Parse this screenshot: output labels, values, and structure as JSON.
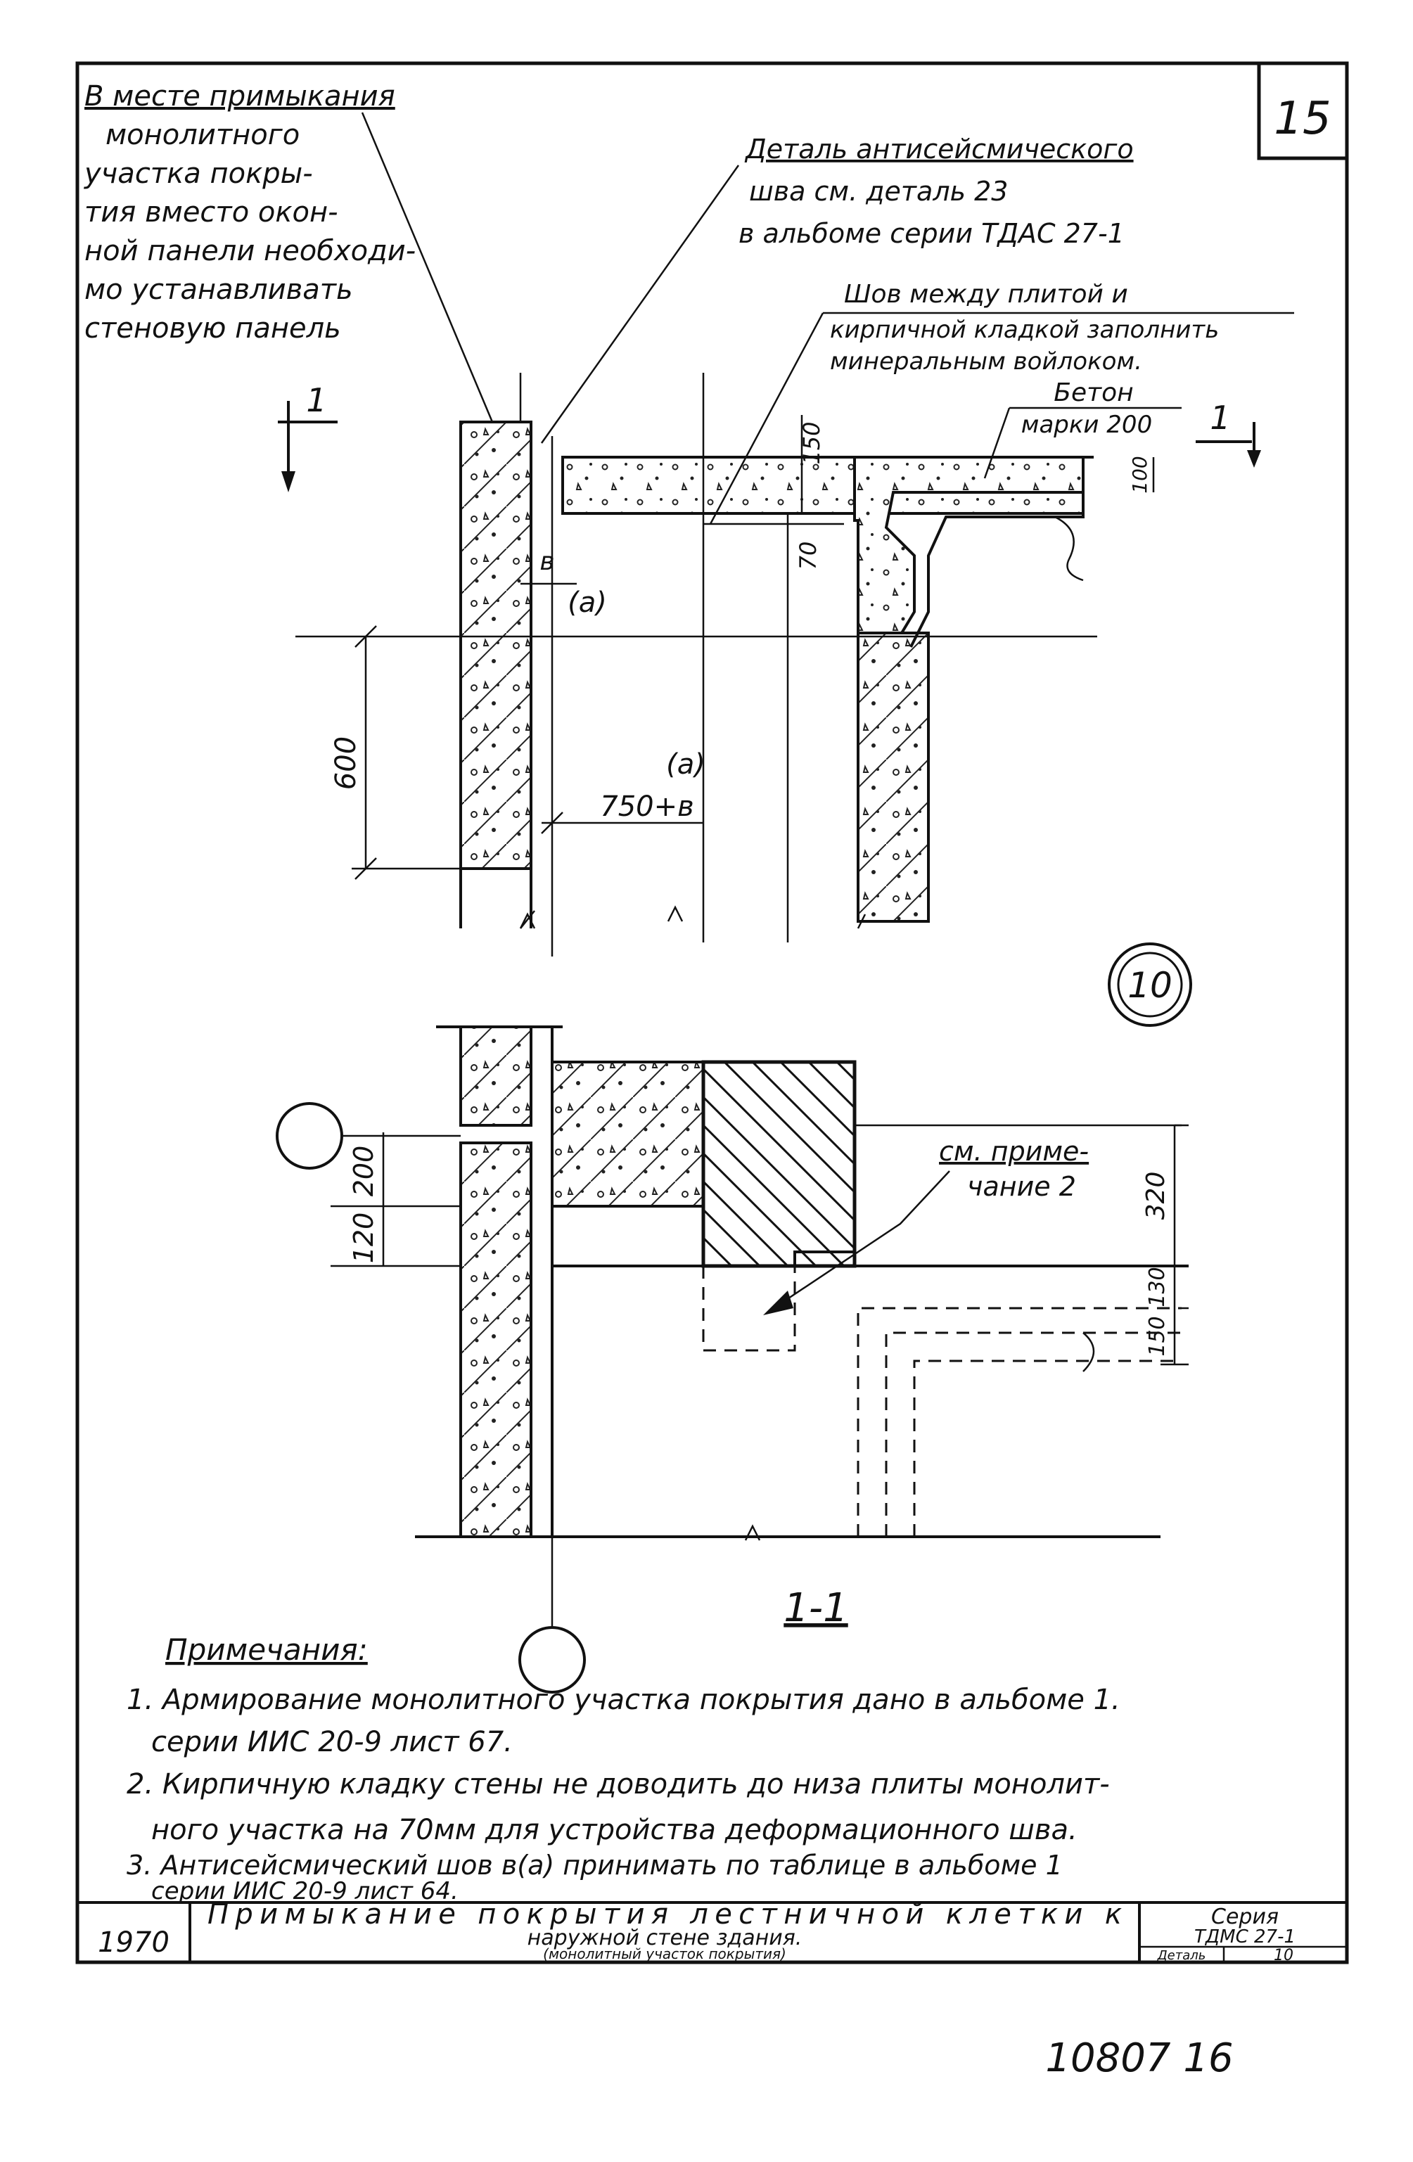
{
  "sheet_number": "15",
  "callouts": {
    "top_left": [
      "В месте примыкания",
      "монолитного",
      "участка покры-",
      "тия вместо окон-",
      "ной панели необходи-",
      "мо устанавливать",
      "стеновую панель"
    ],
    "antiseismic": [
      "Деталь антисейсмического",
      "шва см. деталь 23",
      "в альбоме серии ТДАС 27-1"
    ],
    "seam": [
      "Шов между плитой и",
      "кирпичной кладкой заполнить",
      "минеральным войлоком."
    ],
    "concrete": [
      "Бетон",
      "марки 200"
    ],
    "see_note": [
      "см. приме-",
      "чание 2"
    ]
  },
  "section_mark": "1",
  "section_label": "1-1",
  "detail_circle": "10",
  "dims": {
    "d600": "600",
    "d750": "750+в",
    "d_a": "(а)",
    "d_b": "в",
    "d_b2": "(а)",
    "d150": "150",
    "d70": "70",
    "d100": "100",
    "d200": "200",
    "d120": "120",
    "d320": "320",
    "d130": "130",
    "d150b": "150"
  },
  "notes": {
    "heading": "Примечания:",
    "items": [
      "1. Армирование монолитного участка покрытия дано в альбоме 1.",
      "серии ИИС 20-9 лист 67.",
      "2. Кирпичную кладку стены не доводить до низа плиты монолит-",
      "ного участка на 70мм для устройства деформационного шва.",
      "3. Антисейсмический шов в(а) принимать по таблице в альбоме 1",
      "серии ИИС 20-9 лист 64."
    ]
  },
  "title_block": {
    "title_line1": "Примыкание покрытия лестничной клетки к",
    "title_line2": "наружной стене здания.",
    "title_line3": "(монолитный участок покрытия)",
    "year": "1970",
    "series_label": "Серия",
    "series_value": "ТДМС 27-1",
    "detail_label": "Деталь",
    "detail_value": "10"
  },
  "archive_number": "10807 16"
}
